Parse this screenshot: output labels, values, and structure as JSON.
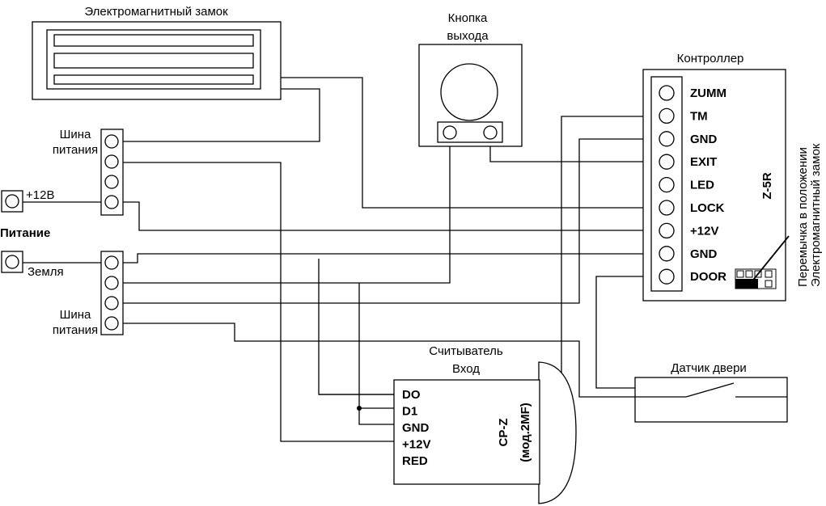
{
  "lock": {
    "title": "Электромагнитный замок"
  },
  "exit_button": {
    "title_line1": "Кнопка",
    "title_line2": "выхода"
  },
  "controller": {
    "title": "Контроллер",
    "model": "Z-5R",
    "terminals": [
      "ZUMM",
      "TM",
      "GND",
      "EXIT",
      "LED",
      "LOCK",
      "+12V",
      "GND",
      "DOOR"
    ],
    "jumper_note_line1": "Перемычка в положении",
    "jumper_note_line2": "Электромагнитный замок"
  },
  "power": {
    "title": "Питание",
    "plus_label": "+12В",
    "ground_label": "Земля",
    "bus_label_line1": "Шина",
    "bus_label_line2": "питания"
  },
  "reader": {
    "title_line1": "Считыватель",
    "title_line2": "Вход",
    "model_line1": "CP-Z",
    "model_line2": "(мод.2MF)",
    "terminals": [
      "DO",
      "D1",
      "GND",
      "+12V",
      "RED"
    ]
  },
  "door_sensor": {
    "title": "Датчик двери"
  }
}
